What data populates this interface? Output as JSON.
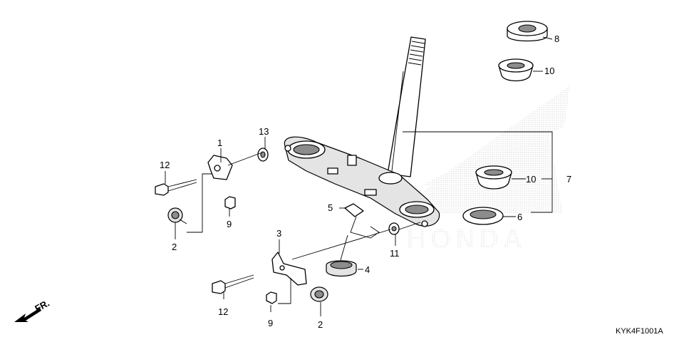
{
  "diagram": {
    "callouts": {
      "c1": "1",
      "c2a": "2",
      "c2b": "2",
      "c3": "3",
      "c4": "4",
      "c5": "5",
      "c6": "6",
      "c7": "7",
      "c8": "8",
      "c9a": "9",
      "c9b": "9",
      "c10a": "10",
      "c10b": "10",
      "c11": "11",
      "c12a": "12",
      "c12b": "12",
      "c13": "13"
    },
    "watermark": "HONDA",
    "direction_label": "FR.",
    "diagram_code": "KYK4F1001A",
    "colors": {
      "line": "#000000",
      "watermark": "#c8c8c8",
      "part_fill": "#ffffff"
    }
  }
}
